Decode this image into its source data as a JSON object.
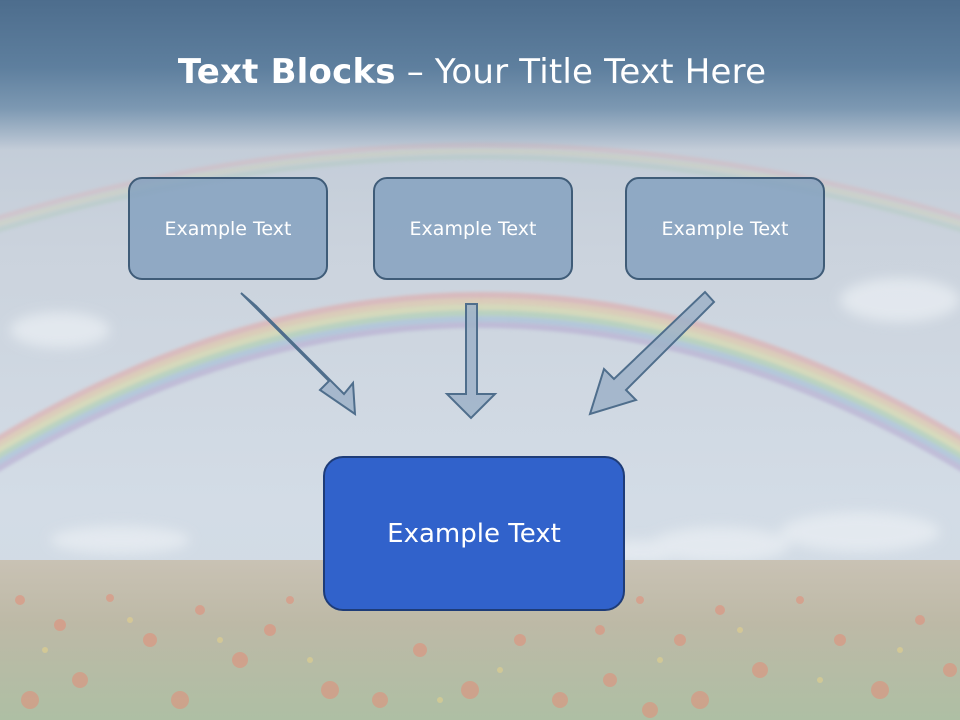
{
  "title": {
    "bold": "Text Blocks",
    "rest": " – Your Title Text Here"
  },
  "boxes": {
    "left": "Example Text",
    "center": "Example Text",
    "right": "Example Text",
    "main": "Example Text"
  },
  "colors": {
    "small_box_fill": "#8fa9c2",
    "small_box_border": "#3f5c78",
    "main_box_fill": "#3162cb",
    "main_box_border": "#1e3c78",
    "arrow_fill": "#9db2c8",
    "arrow_border": "#4f6e8c"
  }
}
